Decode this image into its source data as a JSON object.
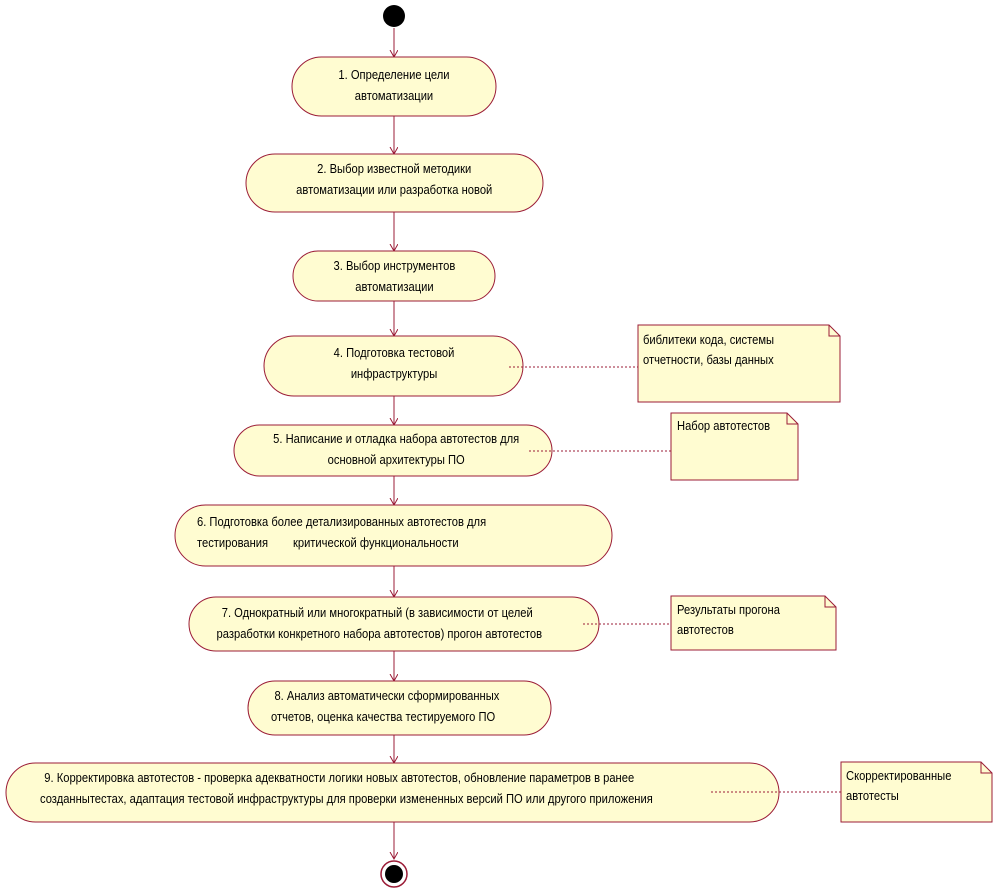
{
  "colors": {
    "activity_fill": "#fffcd1",
    "activity_stroke": "#9b1c37",
    "arrow": "#9b1c37",
    "note_fill": "#fffcd1",
    "note_stroke": "#9b1c37",
    "node": "#000000"
  },
  "activities": [
    {
      "line1": "1. Определение цели",
      "line2": "автоматизации"
    },
    {
      "line1": "2. Выбор известной методики",
      "line2": "автоматизации или разработка новой"
    },
    {
      "line1": "3. Выбор инструментов",
      "line2": "автоматизации"
    },
    {
      "line1": "4. Подготовка тестовой",
      "line2": "инфраструктуры"
    },
    {
      "line1": "5. Написание и отладка набора автотестов для",
      "line2": "основной архитектуры ПО"
    },
    {
      "line1": "6. Подготовка более детализированных автотестов для",
      "line2": "тестирования        критической функциональности"
    },
    {
      "line1": "7. Однократный или многократный (в зависимости от целей",
      "line2": "разработки конкретного набора автотестов) прогон автотестов"
    },
    {
      "line1": "8. Анализ автоматически сформированных",
      "line2": "отчетов, оценка качества тестируемого ПО"
    },
    {
      "line1": "9. Корректировка автотестов - проверка адекватности логики новых автотестов, обновление параметров в ранее",
      "line2": "созданнытестах, адаптация тестовой инфраструктуры для проверки измененных версий ПО или другого приложения"
    }
  ],
  "notes": [
    {
      "line1": "библитеки кода, системы",
      "line2": "отчетности, базы данных"
    },
    {
      "line1": "Набор автотестов",
      "line2": ""
    },
    {
      "line1": "Результаты прогона",
      "line2": "автотестов"
    },
    {
      "line1": "Скорректированные",
      "line2": "автотесты"
    }
  ]
}
